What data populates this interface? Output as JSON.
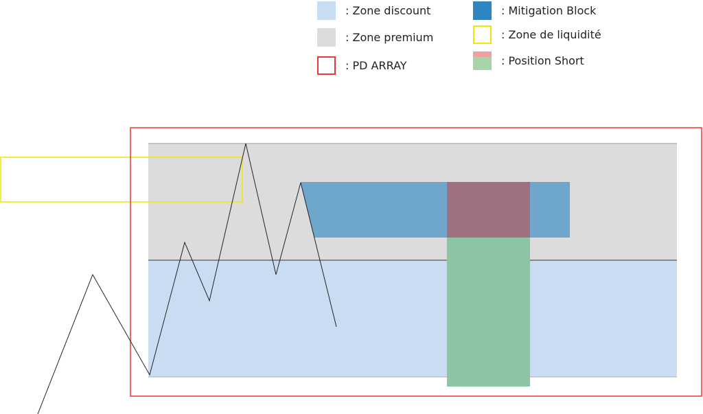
{
  "legend": [
    {
      "label": ": Zone discount",
      "color": "#c9dcf1"
    },
    {
      "label": ": Zone premium",
      "color": "#dcdcdc"
    },
    {
      "label": ": PD ARRAY",
      "color": "#e53935"
    },
    {
      "label": ": Mitigation Block",
      "color": "#2e86c1"
    },
    {
      "label": ": Zone de liquidité",
      "color": "#f2e600"
    },
    {
      "label": ": Position Short",
      "color": "#a8d5a8"
    }
  ]
}
